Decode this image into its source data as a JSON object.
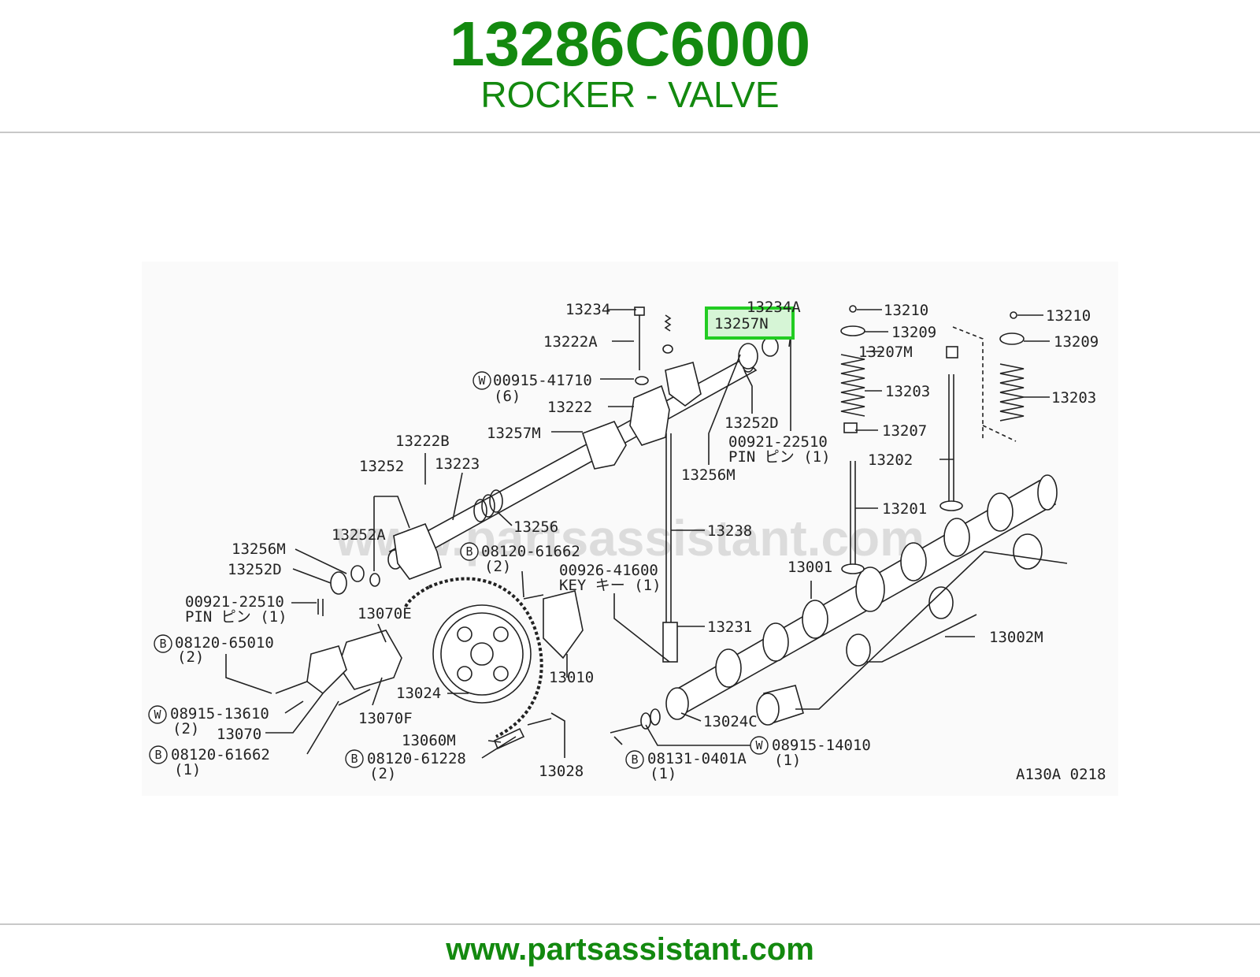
{
  "header": {
    "part_number": "13286C6000",
    "part_name": "ROCKER - VALVE"
  },
  "diagram": {
    "figure_code": "A130A 0218",
    "watermark": "www.partsassistant.com",
    "highlighted_label": "13257N",
    "labels": {
      "l13234": "13234",
      "l13234A": "13234A",
      "l13222A": "13222A",
      "l0091541710": "00915-41710",
      "q6": "(6)",
      "l13222": "13222",
      "l13257M": "13257M",
      "l13222B": "13222B",
      "l13252": "13252",
      "l13223": "13223",
      "l13252A": "13252A",
      "l13256": "13256",
      "l13256M_a": "13256M",
      "l13252D_a": "13252D",
      "l0092122510_a": "00921-22510",
      "pin_a": "PIN ピン (1)",
      "l13070E": "13070E",
      "l0812065010": "08120-65010",
      "q2a": "(2)",
      "l0891513610": "08915-13610",
      "q2b": "(2)",
      "l13070": "13070",
      "l0812061662_a": "08120-61662",
      "q1a": "(1)",
      "l13070F": "13070F",
      "l13024": "13024",
      "l0812061662_b": "08120-61662",
      "q2c": "(2)",
      "l0092641600": "00926-41600",
      "key": "KEY キー (1)",
      "l13010": "13010",
      "l13060M": "13060M",
      "l0812061228": "08120-61228",
      "q2d": "(2)",
      "l13028": "13028",
      "l0813104014": "08131-0401A",
      "q1b": "(1)",
      "l0891514010": "08915-14010",
      "q1c": "(1)",
      "l13024C": "13024C",
      "l13231": "13231",
      "l13238": "13238",
      "l13001": "13001",
      "l13002M": "13002M",
      "l13201": "13201",
      "l13202": "13202",
      "l13207": "13207",
      "l13203_a": "13203",
      "l13207M": "13207M",
      "l13209_a": "13209",
      "l13210_a": "13210",
      "l13210_b": "13210",
      "l13209_b": "13209",
      "l13203_b": "13203",
      "l13252D_b": "13252D",
      "l0092122510_b": "00921-22510",
      "pin_b": "PIN ピン (1)",
      "l13256M_b": "13256M"
    },
    "circle_prefixes": {
      "W": "W",
      "B": "B"
    },
    "highlight_color": "#22cc22"
  },
  "footer": {
    "url": "www.partsassistant.com"
  }
}
